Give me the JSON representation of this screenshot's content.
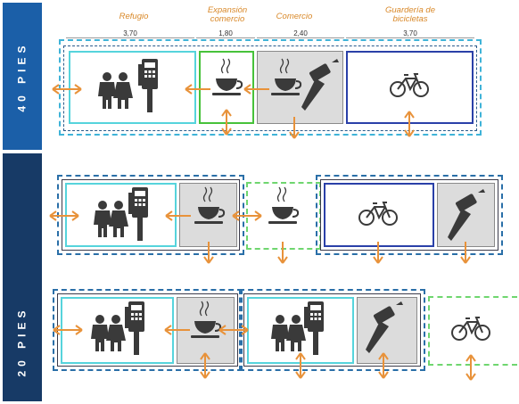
{
  "side_labels": {
    "top": "40 PIES",
    "bottom": "20 PIES"
  },
  "headers": {
    "refugio": "Refugio",
    "expansion": "Expansión\ncomercio",
    "comercio": "Comercio",
    "guarderia": "Guardería de\nbicicletas"
  },
  "dimensions": {
    "refugio": "3,70",
    "expansion": "1,80",
    "comercio": "2,40",
    "guarderia": "3,70"
  },
  "colors": {
    "side_bar": "#1b5fa8",
    "side_bar_dark": "#173a66",
    "arrow": "#e8923a",
    "cyan": "#56d4dc",
    "green": "#47c23a",
    "blue": "#2a40a8",
    "dashed_group": "#2a6fa8"
  },
  "icons": {
    "people": "people-icon",
    "pay_phone": "pay-phone-icon",
    "coffee": "coffee-cup-icon",
    "camera": "security-camera-icon",
    "bike": "bicycle-icon"
  }
}
